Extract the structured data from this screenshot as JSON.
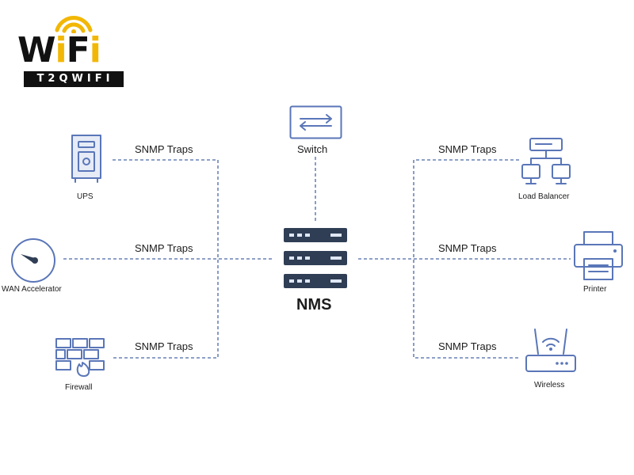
{
  "logo": {
    "word_w": "W",
    "word_i1": "i",
    "word_f": "F",
    "word_i2": "i",
    "tagline": "T2QWIFI"
  },
  "diagram": {
    "hub": {
      "label": "NMS"
    },
    "top": {
      "label": "Switch",
      "icon": "switch-icon"
    },
    "connection_label": "SNMP Traps",
    "left_devices": [
      {
        "label": "UPS",
        "icon": "ups-icon"
      },
      {
        "label": "WAN Accelerator",
        "icon": "gauge-icon"
      },
      {
        "label": "Firewall",
        "icon": "firewall-icon"
      }
    ],
    "right_devices": [
      {
        "label": "Load Balancer",
        "icon": "load-balancer-icon"
      },
      {
        "label": "Printer",
        "icon": "printer-icon"
      },
      {
        "label": "Wireless",
        "icon": "wireless-router-icon"
      }
    ]
  },
  "colors": {
    "icon_stroke": "#5a76b8",
    "icon_fill": "#e6ebf6",
    "connector": "#4b67a8",
    "text": "#1c1c1c",
    "server_body": "#2f3e55",
    "logo_accent": "#f2b705",
    "logo_dark": "#111111"
  }
}
